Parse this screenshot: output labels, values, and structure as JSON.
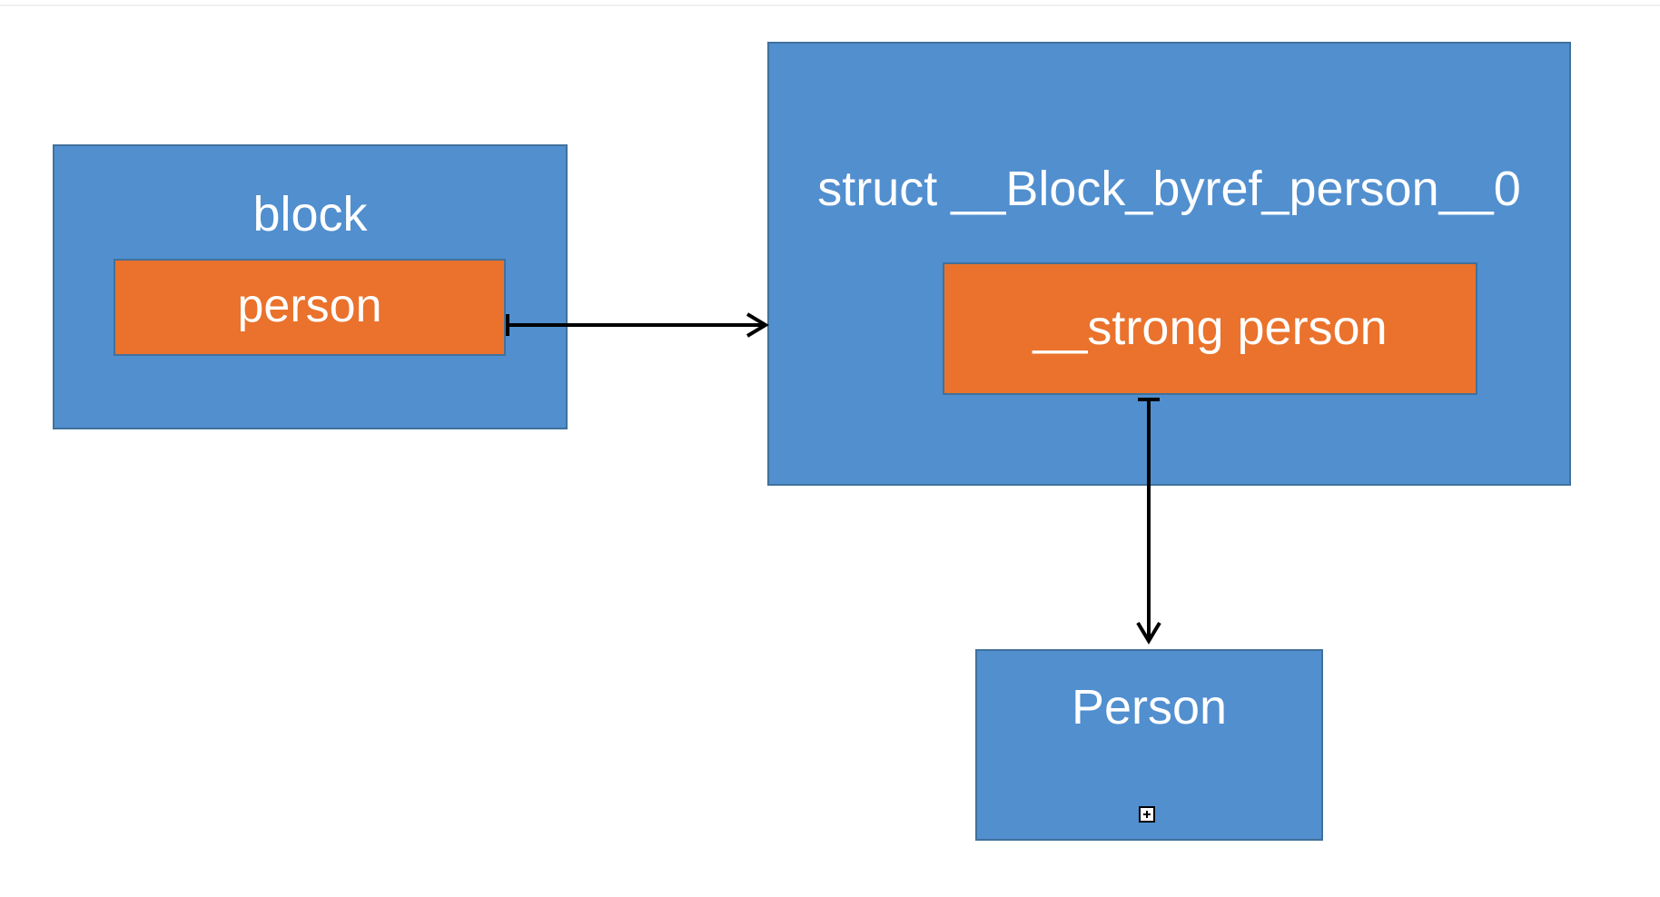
{
  "diagram": {
    "block": {
      "title": "block",
      "field": "person"
    },
    "byref_struct": {
      "title": "struct __Block_byref_person__0",
      "field": "__strong person"
    },
    "person_object": {
      "title": "Person",
      "icon": "expand-plus-icon"
    },
    "colors": {
      "container_fill": "#518fcf",
      "container_border": "#41719c",
      "field_fill": "#ea722c",
      "text": "#ffffff",
      "arrow": "#000000"
    }
  }
}
